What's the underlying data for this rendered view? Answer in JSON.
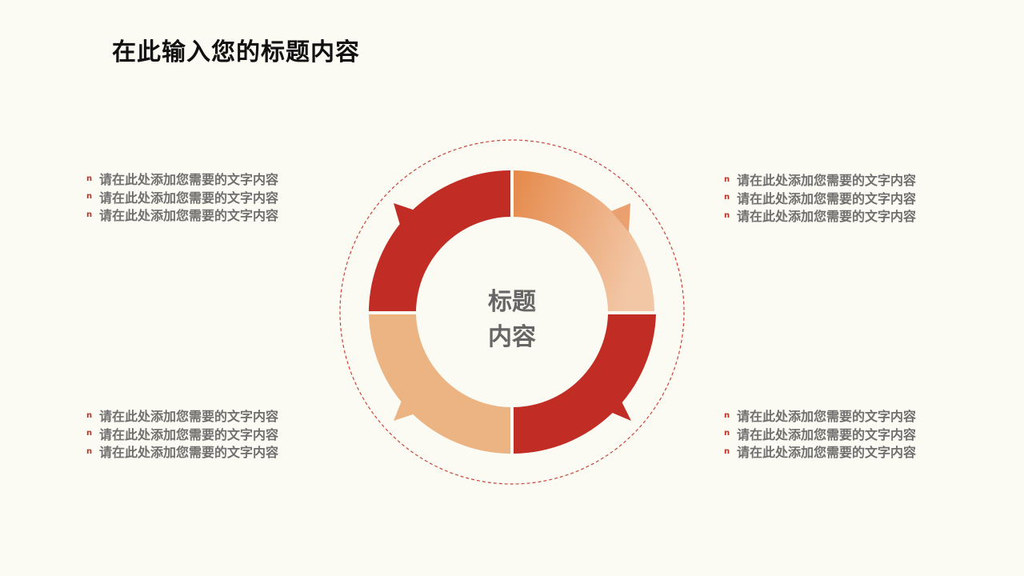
{
  "title": "在此输入您的标题内容",
  "center": {
    "line1": "标题",
    "line2": "内容"
  },
  "bullet_mark": "n",
  "blocks": {
    "left_top": [
      "请在此处添加您需要的文字内容",
      "请在此处添加您需要的文字内容",
      "请在此处添加您需要的文字内容"
    ],
    "left_bottom": [
      "请在此处添加您需要的文字内容",
      "请在此处添加您需要的文字内容",
      "请在此处添加您需要的文字内容"
    ],
    "right_top": [
      "请在此处添加您需要的文字内容",
      "请在此处添加您需要的文字内容",
      "请在此处添加您需要的文字内容"
    ],
    "right_bottom": [
      "请在此处添加您需要的文字内容",
      "请在此处添加您需要的文字内容",
      "请在此处添加您需要的文字内容"
    ]
  },
  "colors": {
    "background": "#fcfbf3",
    "dark_red": "#c12c24",
    "light_orange": "#ecb383",
    "gradient_start": "#e5894a",
    "gradient_end": "#f2c7a6",
    "dashed_circle": "#c9443c",
    "bullet": "#c03028"
  }
}
